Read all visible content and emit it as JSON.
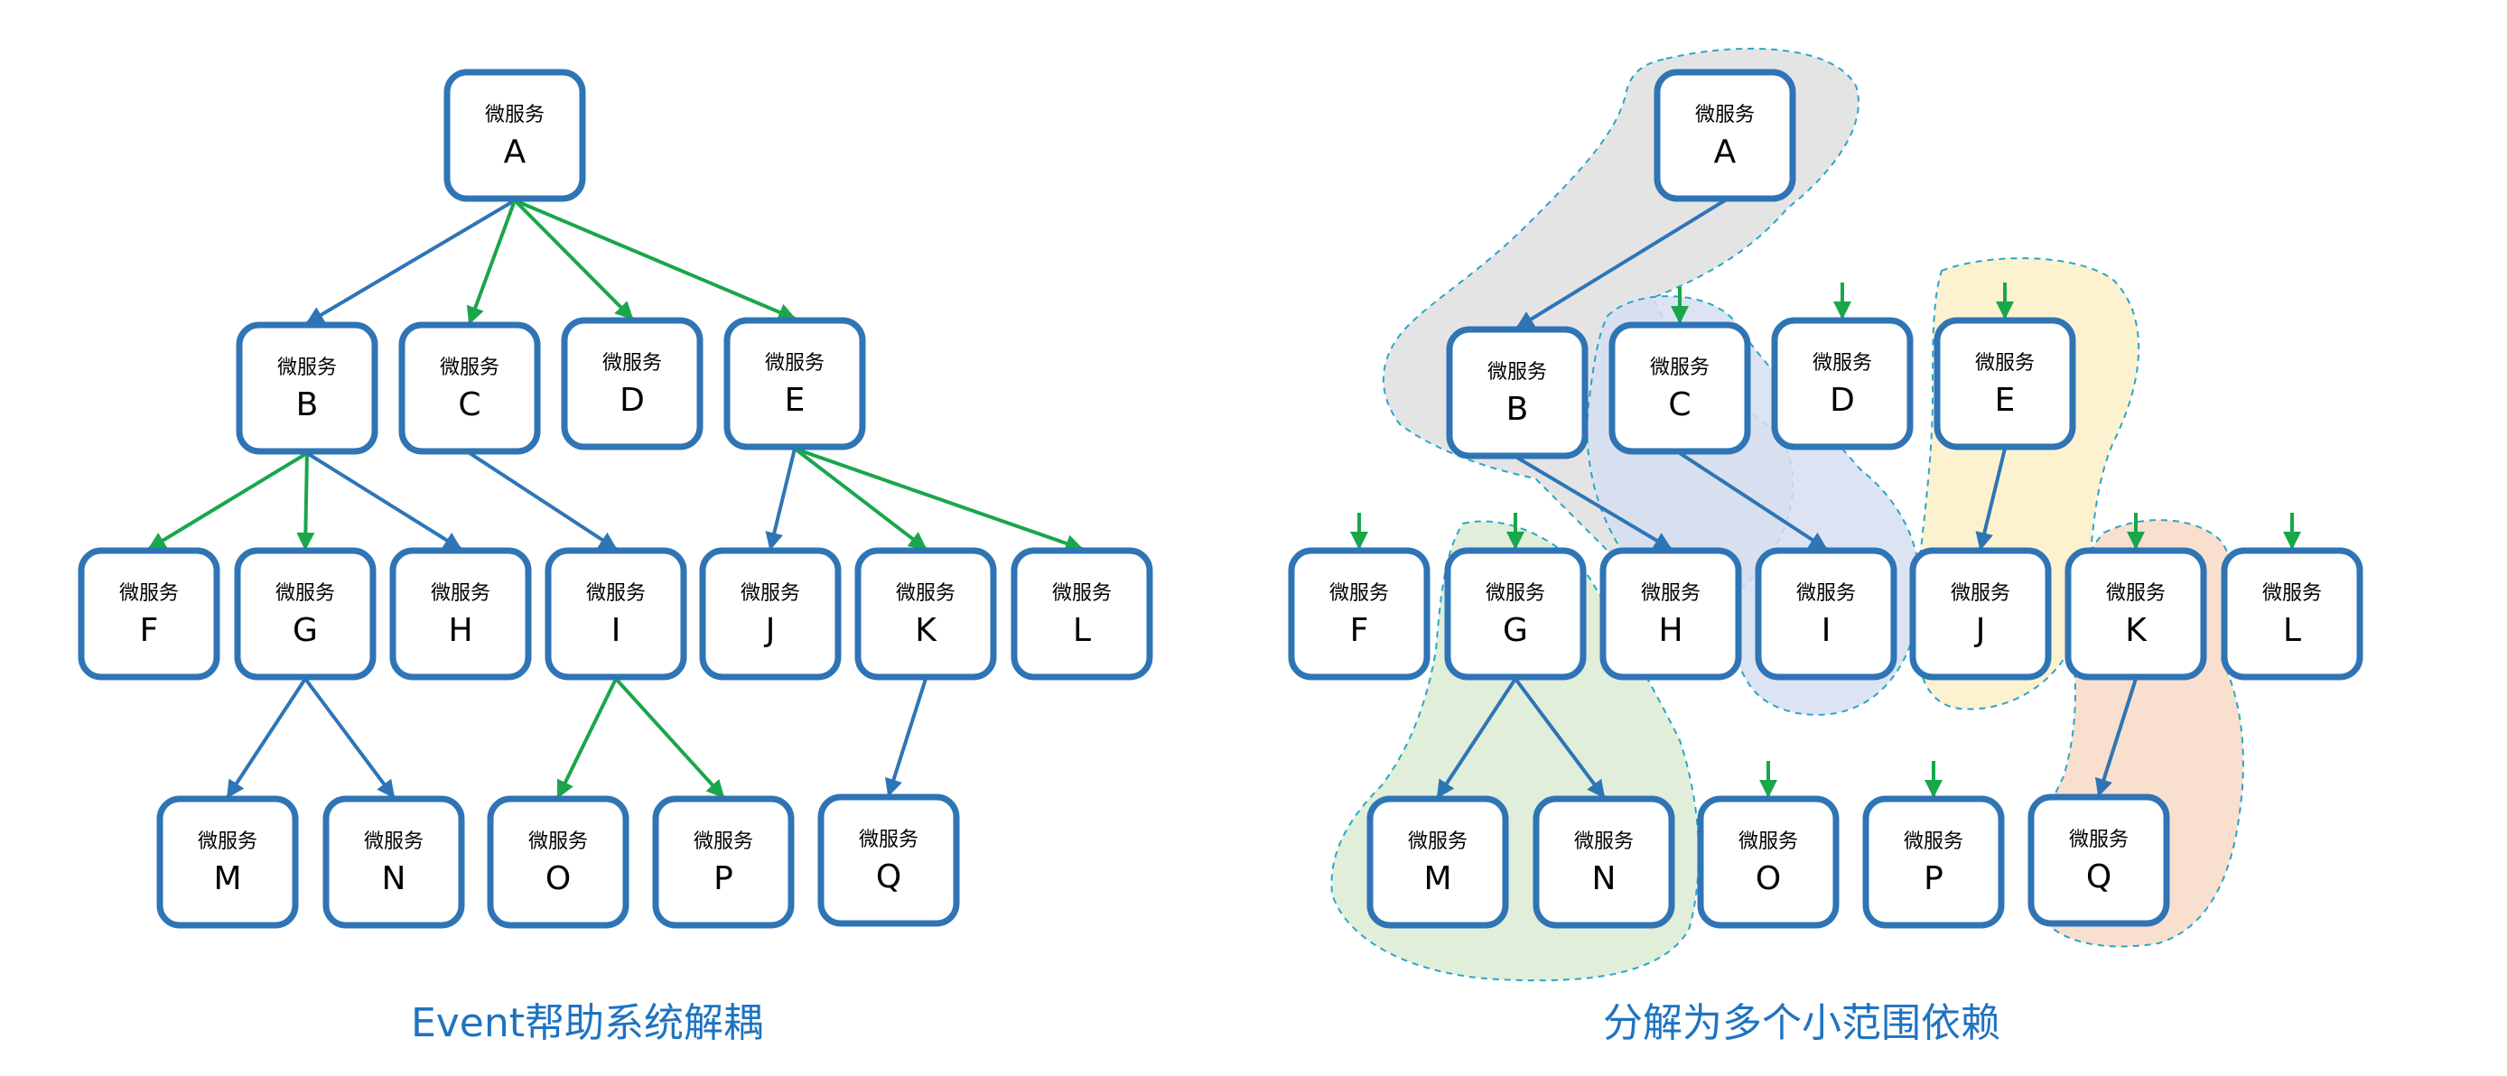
{
  "node_subtitle": "微服务",
  "colors": {
    "box_stroke": "#2f74b5",
    "edge_blue": "#2e75b6",
    "edge_green": "#1aa64b",
    "caption": "#1f73c0",
    "cluster_gray": "#e1dfe0",
    "cluster_blue": "#d6dff2",
    "cluster_yellow": "#fbf0c7",
    "cluster_green": "#dbebd3",
    "cluster_peach": "#f8d9c6"
  },
  "left": {
    "caption": "Event帮助系统解耦",
    "nodes": [
      "A",
      "B",
      "C",
      "D",
      "E",
      "F",
      "G",
      "H",
      "I",
      "J",
      "K",
      "L",
      "M",
      "N",
      "O",
      "P",
      "Q"
    ],
    "edges": [
      {
        "from": "A",
        "to": "B",
        "kind": "call"
      },
      {
        "from": "A",
        "to": "C",
        "kind": "event"
      },
      {
        "from": "A",
        "to": "D",
        "kind": "event"
      },
      {
        "from": "A",
        "to": "E",
        "kind": "event"
      },
      {
        "from": "B",
        "to": "F",
        "kind": "event"
      },
      {
        "from": "B",
        "to": "G",
        "kind": "event"
      },
      {
        "from": "B",
        "to": "H",
        "kind": "call"
      },
      {
        "from": "C",
        "to": "I",
        "kind": "call"
      },
      {
        "from": "E",
        "to": "J",
        "kind": "call"
      },
      {
        "from": "E",
        "to": "K",
        "kind": "event"
      },
      {
        "from": "E",
        "to": "L",
        "kind": "event"
      },
      {
        "from": "G",
        "to": "M",
        "kind": "call"
      },
      {
        "from": "G",
        "to": "N",
        "kind": "call"
      },
      {
        "from": "I",
        "to": "O",
        "kind": "event"
      },
      {
        "from": "I",
        "to": "P",
        "kind": "event"
      },
      {
        "from": "K",
        "to": "Q",
        "kind": "call"
      }
    ]
  },
  "right": {
    "caption": "分解为多个小范围依赖",
    "nodes": [
      "A",
      "B",
      "C",
      "D",
      "E",
      "F",
      "G",
      "H",
      "I",
      "J",
      "K",
      "L",
      "M",
      "N",
      "O",
      "P",
      "Q"
    ],
    "clusters": [
      {
        "nodes": [
          "A",
          "B",
          "H"
        ],
        "color": "gray"
      },
      {
        "nodes": [
          "C",
          "I"
        ],
        "color": "blue"
      },
      {
        "nodes": [
          "E",
          "J"
        ],
        "color": "yellow"
      },
      {
        "nodes": [
          "G",
          "M",
          "N"
        ],
        "color": "green"
      },
      {
        "nodes": [
          "K",
          "Q"
        ],
        "color": "peach"
      }
    ],
    "edges": [
      {
        "from": "A",
        "to": "B",
        "kind": "call"
      },
      {
        "from": "B",
        "to": "H",
        "kind": "call"
      },
      {
        "from": "C",
        "to": "I",
        "kind": "call"
      },
      {
        "from": "E",
        "to": "J",
        "kind": "call"
      },
      {
        "from": "G",
        "to": "M",
        "kind": "call"
      },
      {
        "from": "G",
        "to": "N",
        "kind": "call"
      },
      {
        "from": "K",
        "to": "Q",
        "kind": "call"
      }
    ],
    "event_inputs": [
      "C",
      "D",
      "E",
      "F",
      "G",
      "K",
      "L",
      "O",
      "P"
    ]
  }
}
